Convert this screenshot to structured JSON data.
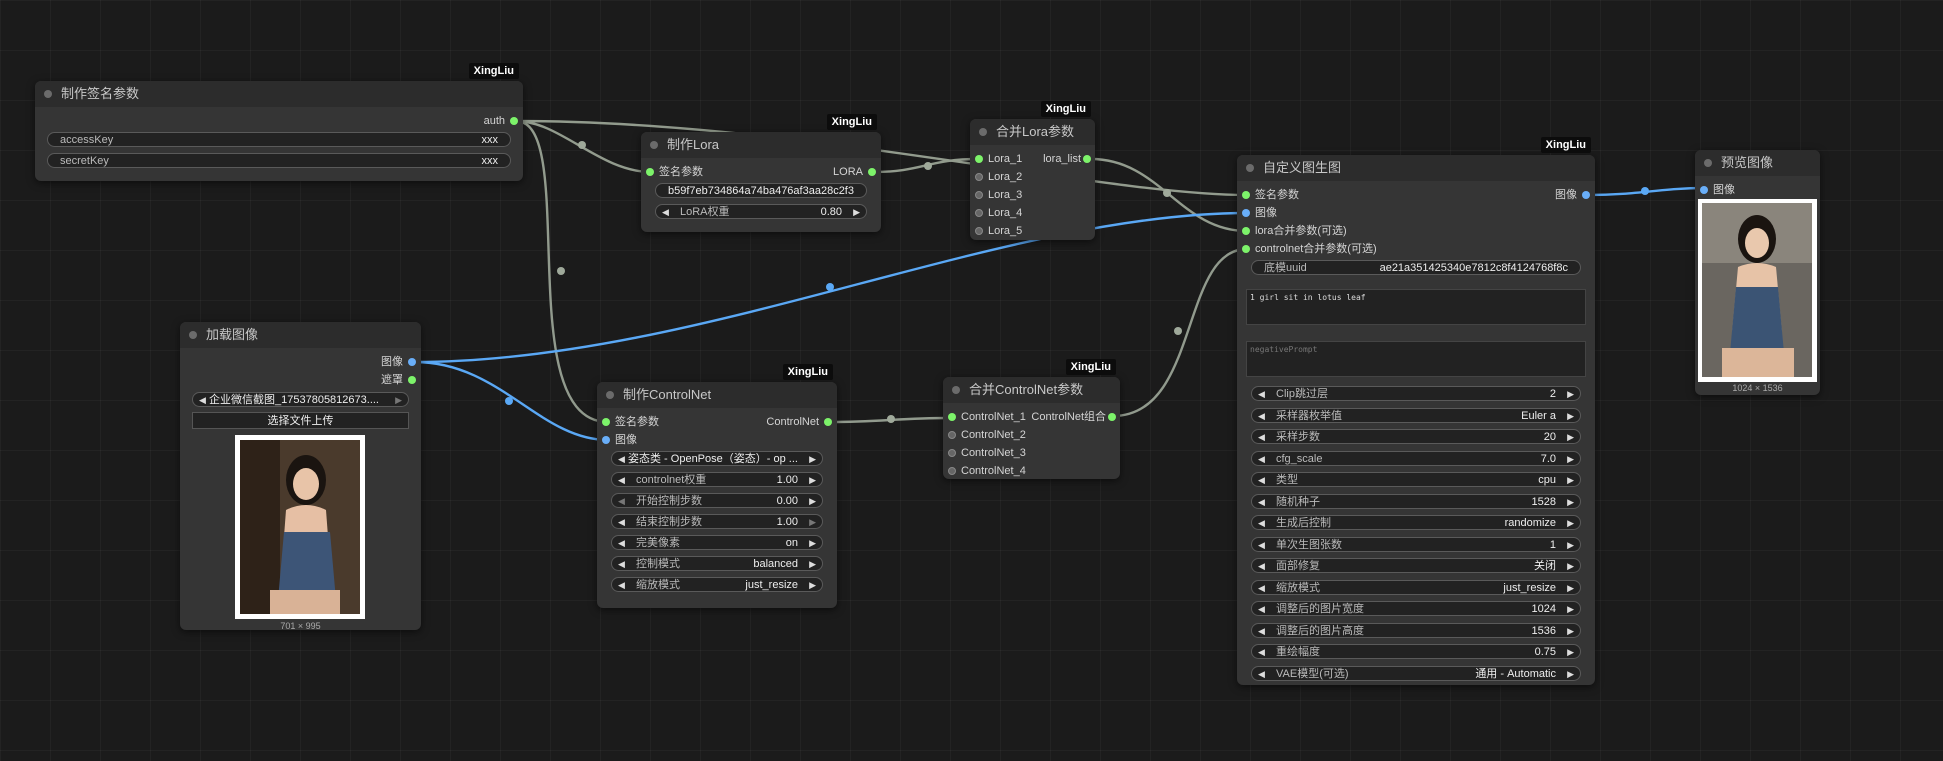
{
  "badge": "XingLiu",
  "colors": {
    "canvas": "#1b1b1b",
    "node": "#353535",
    "header": "#2c2c2c",
    "wire_green": "#9fa99a",
    "wire_blue": "#5aa8f5",
    "port_green": "#7df36a",
    "port_blue": "#69aef8"
  },
  "sign": {
    "title": "制作签名参数",
    "out_auth": "auth",
    "w1_label": "accessKey",
    "w1_value": "xxx",
    "w2_label": "secretKey",
    "w2_value": "xxx"
  },
  "lora": {
    "title": "制作Lora",
    "in_sign": "签名参数",
    "out_lora": "LORA",
    "hash_value": "b59f7eb734864a74ba476af3aa28c2f3",
    "weight_label": "LoRA权重",
    "weight_value": "0.80"
  },
  "merge_lora": {
    "title": "合并Lora参数",
    "out": "lora_list",
    "inputs": [
      "Lora_1",
      "Lora_2",
      "Lora_3",
      "Lora_4",
      "Lora_5"
    ]
  },
  "load": {
    "title": "加载图像",
    "out_image": "图像",
    "out_mask": "遮罩",
    "file_value": "企业微信截图_17537805812673....",
    "upload_label": "选择文件上传",
    "dims": "701 × 995",
    "image_icon": "portrait-image"
  },
  "controlnet": {
    "title": "制作ControlNet",
    "in_sign": "签名参数",
    "in_image": "图像",
    "out": "ControlNet",
    "widgets": [
      {
        "label": "",
        "value": "姿态类 - OpenPose（姿态）- op ..."
      },
      {
        "label": "controlnet权重",
        "value": "1.00"
      },
      {
        "label": "开始控制步数",
        "value": "0.00"
      },
      {
        "label": "结束控制步数",
        "value": "1.00"
      },
      {
        "label": "完美像素",
        "value": "on"
      },
      {
        "label": "控制模式",
        "value": "balanced"
      },
      {
        "label": "缩放模式",
        "value": "just_resize"
      }
    ]
  },
  "merge_cn": {
    "title": "合并ControlNet参数",
    "out": "ControlNet组合",
    "inputs": [
      "ControlNet_1",
      "ControlNet_2",
      "ControlNet_3",
      "ControlNet_4"
    ]
  },
  "custom": {
    "title": "自定义图生图",
    "in1": "签名参数",
    "in2": "图像",
    "in3": "lora合并参数(可选)",
    "in4": "controlnet合并参数(可选)",
    "out": "图像",
    "uuid_label": "底模uuid",
    "uuid_value": "ae21a351425340e7812c8f4124768f8c",
    "prompt": "1 girl sit in lotus leaf",
    "negative_placeholder": "negativePrompt",
    "widgets": [
      {
        "label": "Clip跳过层",
        "value": "2"
      },
      {
        "label": "采样器枚举值",
        "value": "Euler a"
      },
      {
        "label": "采样步数",
        "value": "20"
      },
      {
        "label": "cfg_scale",
        "value": "7.0"
      },
      {
        "label": "类型",
        "value": "cpu"
      },
      {
        "label": "随机种子",
        "value": "1528"
      },
      {
        "label": "生成后控制",
        "value": "randomize"
      },
      {
        "label": "单次生图张数",
        "value": "1"
      },
      {
        "label": "面部修复",
        "value": "关闭"
      },
      {
        "label": "缩放模式",
        "value": "just_resize"
      },
      {
        "label": "调整后的图片宽度",
        "value": "1024"
      },
      {
        "label": "调整后的图片高度",
        "value": "1536"
      },
      {
        "label": "重绘幅度",
        "value": "0.75"
      },
      {
        "label": "VAE模型(可选)",
        "value": "通用 - Automatic"
      }
    ]
  },
  "preview": {
    "title": "预览图像",
    "in_image": "图像",
    "dims": "1024 × 1536",
    "image_icon": "portrait-image"
  }
}
